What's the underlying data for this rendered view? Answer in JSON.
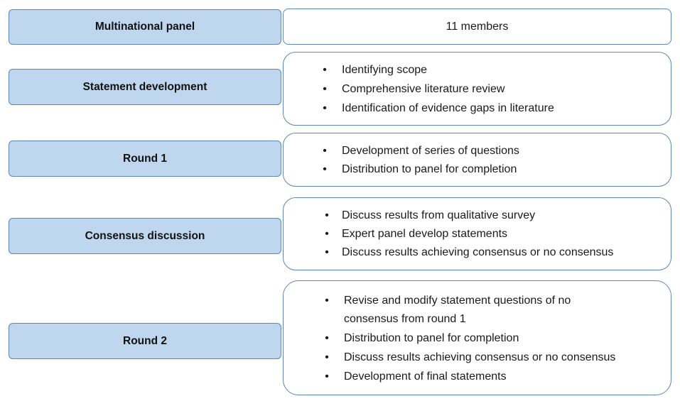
{
  "stages": [
    {
      "label": "Multinational panel",
      "detail": "11 members"
    },
    {
      "label": "Statement development",
      "bullets": [
        "Identifying scope",
        "Comprehensive literature review",
        "Identification of evidence gaps in literature"
      ]
    },
    {
      "label": "Round 1",
      "bullets": [
        "Development of series of questions",
        "Distribution to panel for completion"
      ]
    },
    {
      "label": "Consensus discussion",
      "bullets": [
        "Discuss results from qualitative survey",
        "Expert panel develop statements",
        "Discuss results achieving consensus or no consensus"
      ]
    },
    {
      "label": "Round 2",
      "bullets": [
        "Revise and modify statement questions of no consensus from round 1",
        "Distribution to panel for completion",
        "Discuss results achieving consensus or no consensus",
        "Development of final statements"
      ]
    }
  ],
  "bullet_glyph": "•",
  "colors": {
    "label_fill": "#bed7ee",
    "border": "#5b86b5"
  }
}
